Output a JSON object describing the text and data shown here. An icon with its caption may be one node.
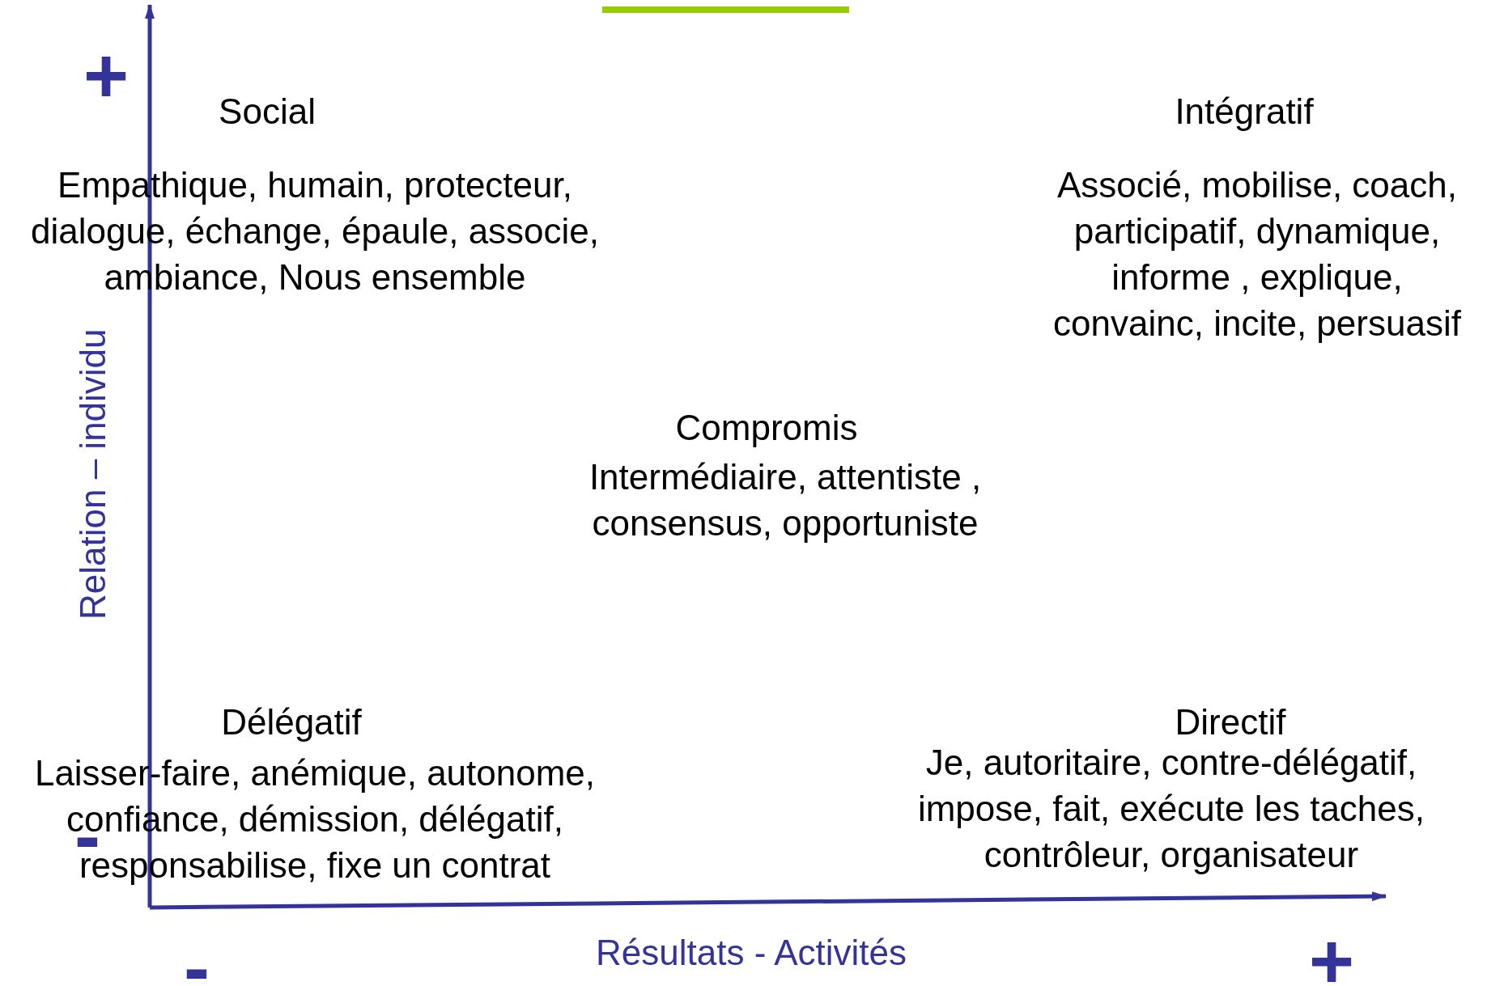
{
  "diagram": {
    "labels": [
      "+",
      "Social",
      "Empathique, humain, protecteur, dialogue, échange, épaule, associe, ambiance, Nous ensemble",
      "Intégratif",
      "Associé, mobilise, coach, participatif, dynamique, informe , explique, convainc, incite, persuasif",
      "Relation – individu",
      "Compromis",
      "Intermédiaire, attentiste , consensus, opportuniste",
      "Délégatif",
      "Directif",
      "Laisser-faire, anémique, autonome, confiance, démission, délégatif, responsabilise, fixe un contrat",
      "Je, autoritaire, contre-délégatif, impose, fait, exécute les taches, contrôleur, organisateur",
      "-",
      "-",
      "Résultats - Activités",
      "+"
    ]
  }
}
